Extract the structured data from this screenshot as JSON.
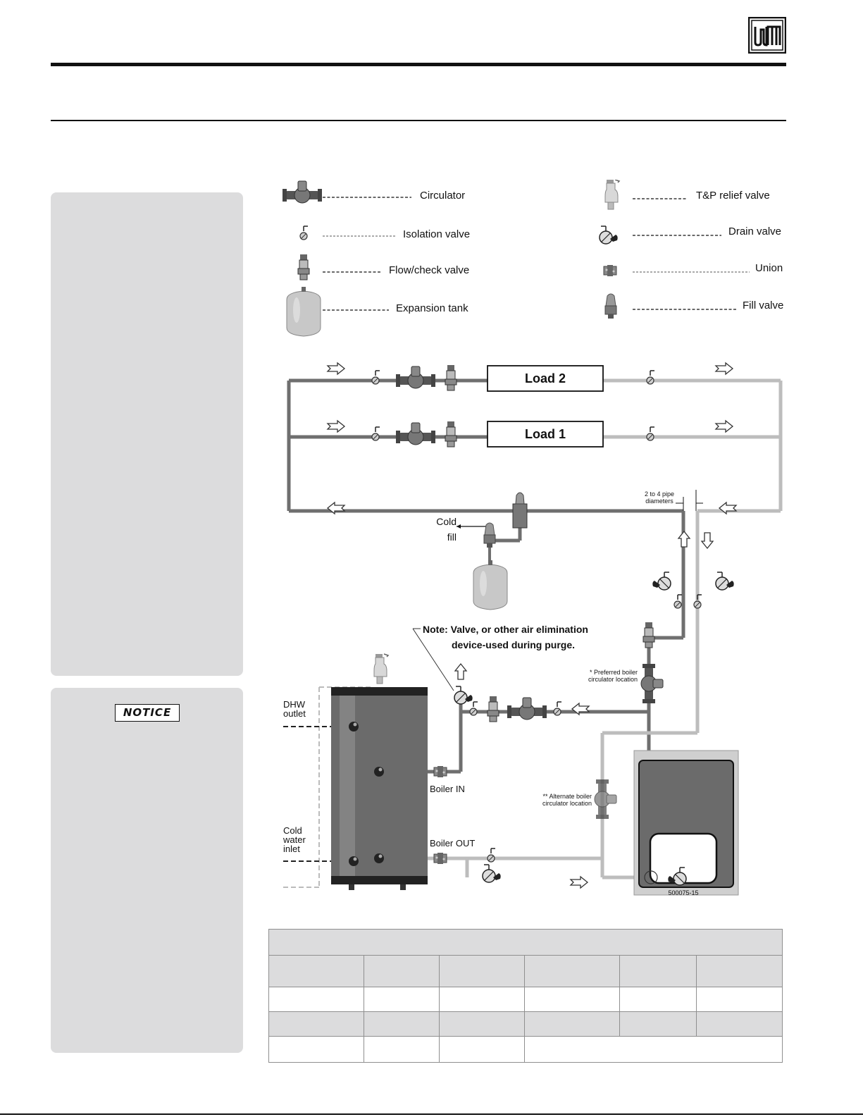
{
  "legend": {
    "left": [
      {
        "label": "Circulator",
        "icon": "circulator-icon"
      },
      {
        "label": "Isolation valve",
        "icon": "isolation-valve-icon"
      },
      {
        "label": "Flow/check valve",
        "icon": "flow-check-valve-icon"
      },
      {
        "label": "Expansion tank",
        "icon": "expansion-tank-icon"
      }
    ],
    "right": [
      {
        "label": "T&P relief valve",
        "icon": "tp-relief-valve-icon"
      },
      {
        "label": "Drain valve",
        "icon": "drain-valve-icon"
      },
      {
        "label": "Union",
        "icon": "union-icon"
      },
      {
        "label": "Fill valve",
        "icon": "fill-valve-icon"
      }
    ]
  },
  "diagram": {
    "load2": "Load 2",
    "load1": "Load 1",
    "pipe_spacing_line1": "2 to 4 pipe",
    "pipe_spacing_line2": "diameters",
    "cold_fill_line1": "Cold",
    "cold_fill_line2": "fill",
    "note_line1": "Note: Valve, or other air elimination",
    "note_line2": "device-used during purge.",
    "preferred_line1": "* Preferred boiler",
    "preferred_line2": "circulator location",
    "alternate_line1": "** Alternate boiler",
    "alternate_line2": "circulator location",
    "dhw_line1": "DHW",
    "dhw_line2": "outlet",
    "cold_water_line1": "Cold",
    "cold_water_line2": "water",
    "cold_water_line3": "inlet",
    "boiler_in": "Boiler IN",
    "boiler_out": "Boiler OUT",
    "figure_code": "500075-15"
  },
  "notice_label": "NOTICE",
  "colors": {
    "supply_pipe": "#6f6f6f",
    "return_pipe": "#bdbdbd",
    "panel": "#dcdcdd",
    "tank_body": "#6b6b6b"
  }
}
